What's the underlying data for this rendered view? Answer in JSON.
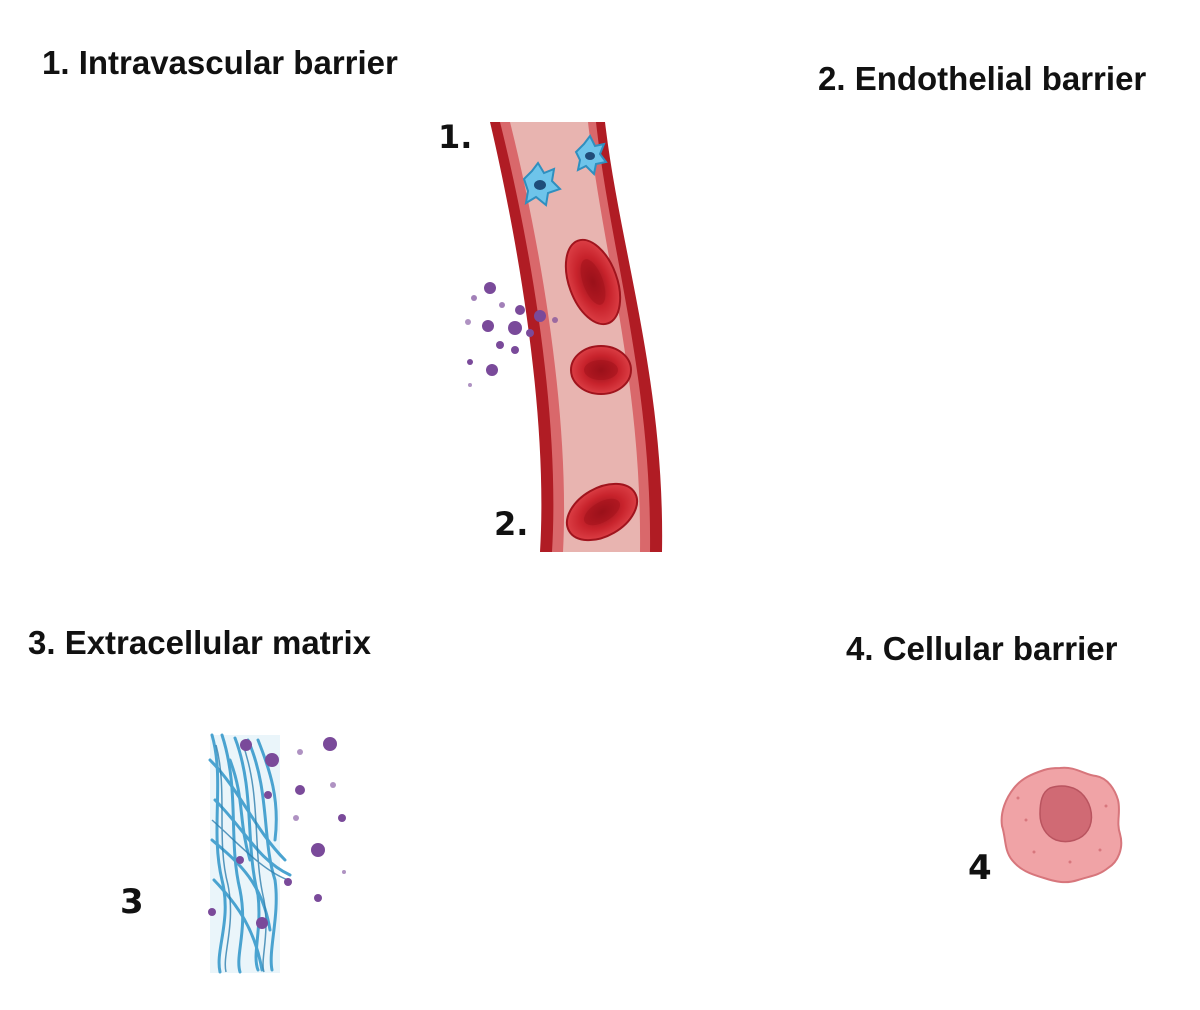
{
  "titles": {
    "intravascular": "1. Intravascular barrier",
    "endothelial": "2. Endothelial barrier",
    "extracellular": "3. Extracellular  matrix",
    "cellular": "4. Cellular barrier"
  },
  "markers": {
    "vessel_top": "1.",
    "vessel_bottom": "2.",
    "matrix": "3",
    "cell": "4"
  },
  "colors": {
    "vessel_wall": "#b01c24",
    "vessel_lumen": "#e8b4b0",
    "red_blood_cell": "#c8232c",
    "platelet": "#3aa7d6",
    "particle": "#7a4a9a",
    "matrix_fiber": "#4aa3d0",
    "cell_body": "#f0a3a6",
    "cell_nucleus": "#d06a74"
  }
}
